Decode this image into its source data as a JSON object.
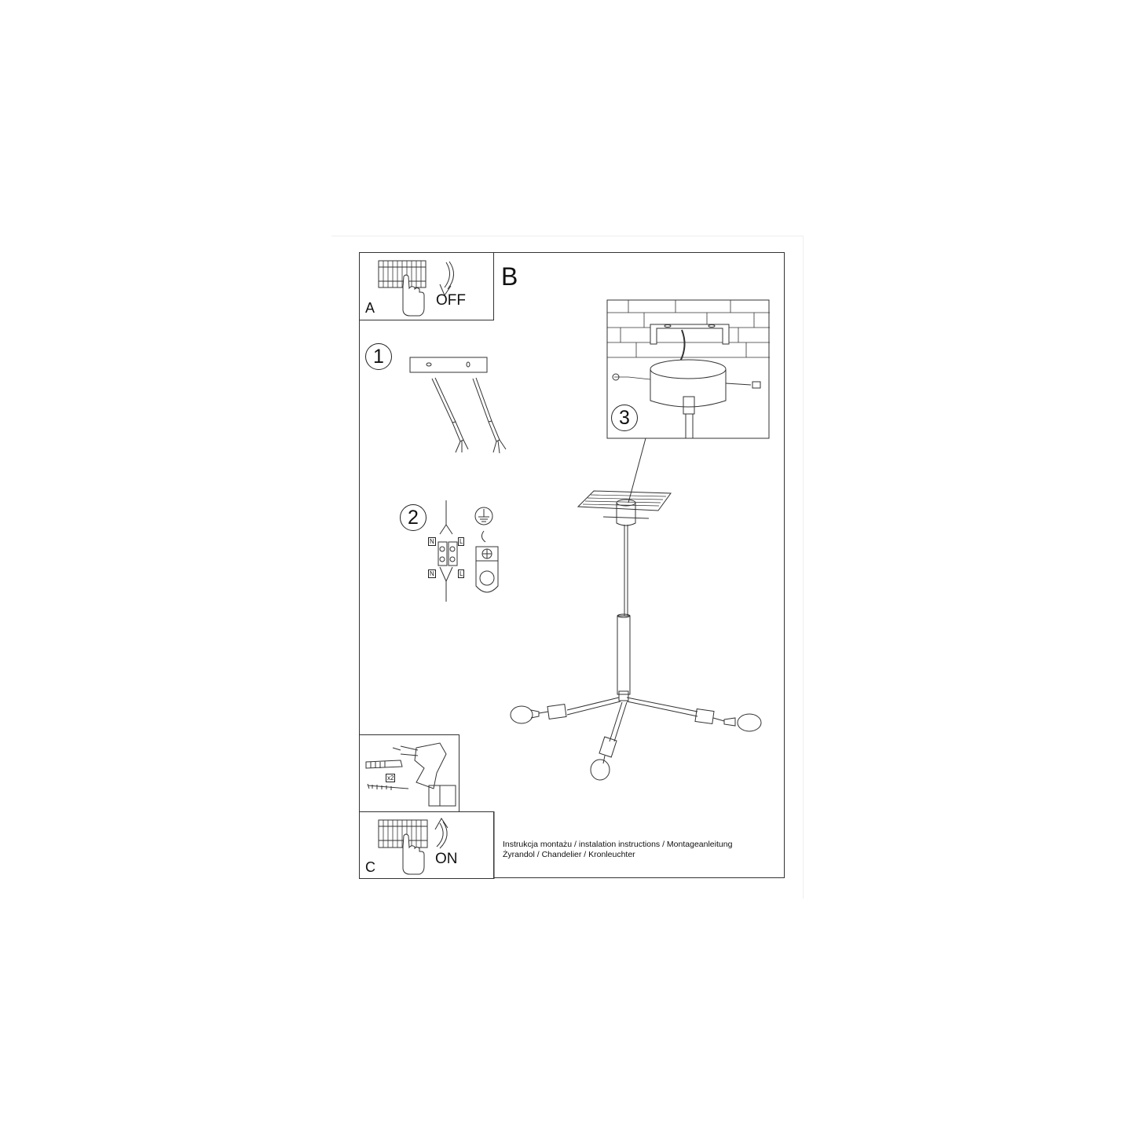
{
  "panels": {
    "a": {
      "letter": "A",
      "action": "OFF"
    },
    "b": {
      "letter": "B"
    },
    "c": {
      "letter": "C",
      "action": "ON"
    }
  },
  "steps": [
    "1",
    "2",
    "3"
  ],
  "wiring": {
    "neutral": "N",
    "live": "L"
  },
  "tools": {
    "quantity": "x2"
  },
  "caption": {
    "line1": "Instrukcja montażu / instalation instructions / Montageanleitung",
    "line2": "Żyrandol / Chandelier / Kronleuchter"
  },
  "icons": [
    "breaker-panel-icon",
    "hand-icon",
    "arrow-down-icon",
    "arrow-up-icon",
    "drill-icon",
    "dowel-icon",
    "screw-icon",
    "ground-symbol-icon",
    "terminal-block-icon",
    "chandelier-drawing"
  ]
}
